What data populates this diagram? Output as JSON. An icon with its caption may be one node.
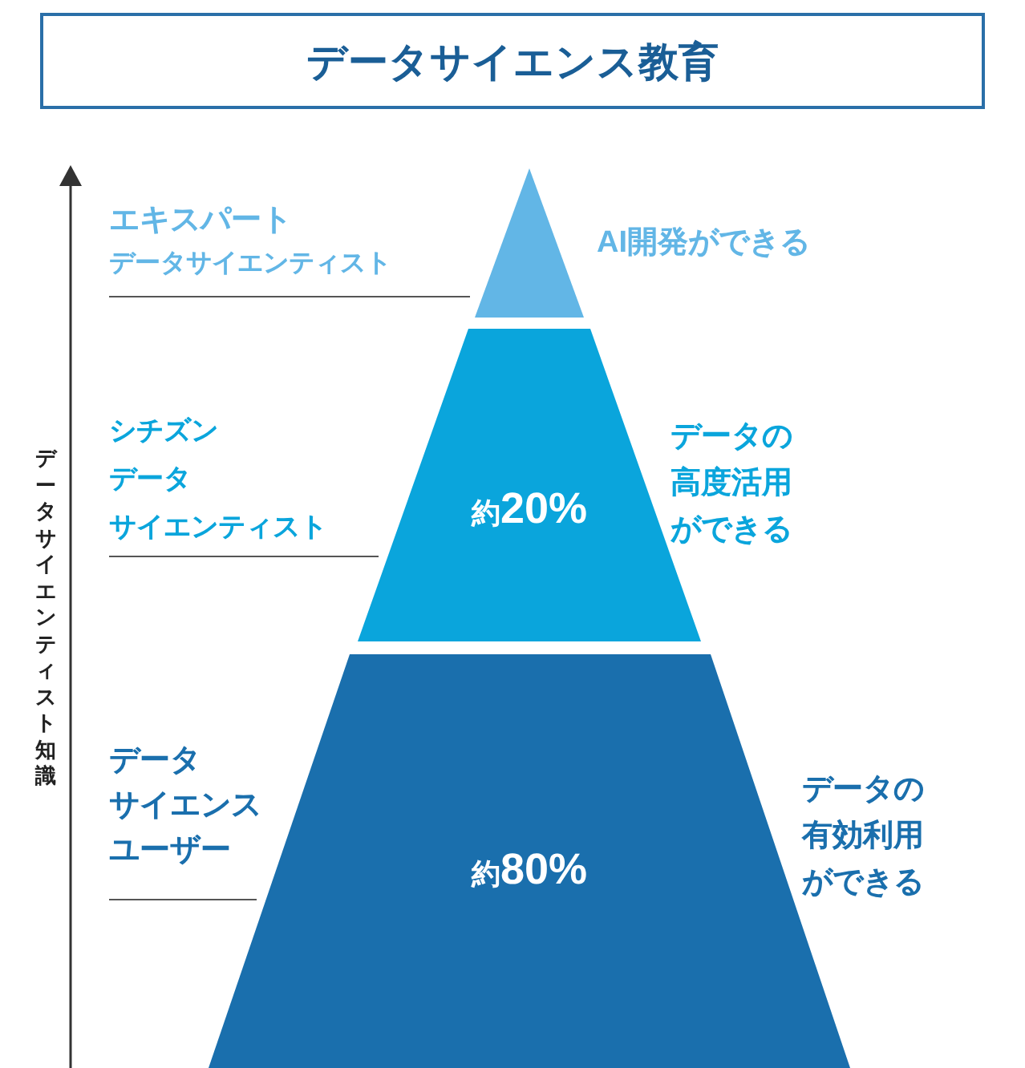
{
  "diagram": {
    "title": "データサイエンス教育",
    "nodes": [
      {
        "text": [],
        "shape": "triangle"
      },
      {
        "text": [
          "約20%"
        ]
      },
      {
        "text": [
          "約80%"
        ]
      }
    ],
    "labels": [
      "エキスパート",
      "データサイエンティスト",
      "AI開発ができる",
      "シチズン",
      "データ",
      "サイエンティスト",
      "データの高度活用ができる",
      "データ",
      "サイエンス",
      "ユーザー",
      "データの有効利用ができる",
      "データサイエンティスト知識"
    ]
  }
}
